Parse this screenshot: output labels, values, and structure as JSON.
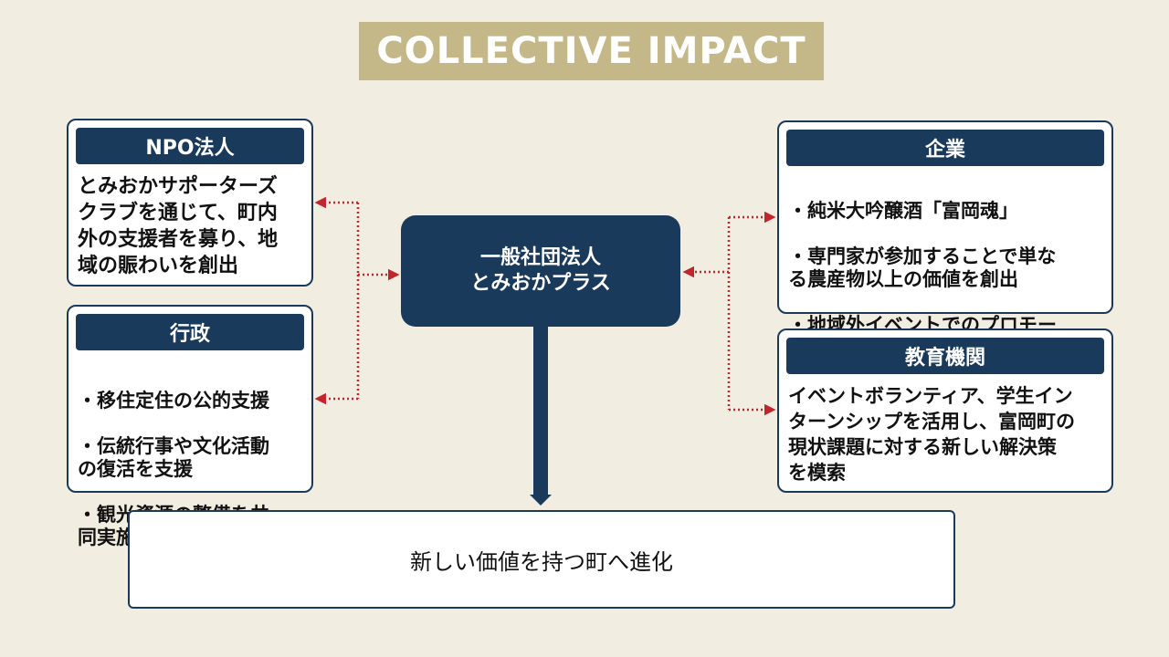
{
  "title": "COLLECTIVE IMPACT",
  "center": {
    "line1": "一般社団法人",
    "line2": "とみおかプラス"
  },
  "npo": {
    "heading": "NPO法人",
    "body": "とみおかサポーターズ\nクラブを通じて、町内\n外の支援者を募り、地\n域の賑わいを創出"
  },
  "gyosei": {
    "heading": "行政",
    "items": [
      "・移住定住の公的支援",
      "・伝統行事や文化活動\nの復活を支援",
      "・観光資源の整備を共\n同実施"
    ]
  },
  "kigyo": {
    "heading": "企業",
    "items": [
      "・純米大吟醸酒「富岡魂」",
      "・専門家が参加することで単な\nる農産物以上の価値を創出",
      "・地域外イベントでのプロモー\nションや試飲会の実施を支援"
    ]
  },
  "kyoiku": {
    "heading": "教育機関",
    "body": "イベントボランティア、学生イン\nターンシップを活用し、富岡町の\n現状課題に対する新しい解決策\nを模索"
  },
  "result": "新しい価値を持つ町へ進化",
  "colors": {
    "navy": "#1a3a5c",
    "gold": "#c5b888",
    "background": "#f1ede1",
    "connector": "#c0262c"
  }
}
